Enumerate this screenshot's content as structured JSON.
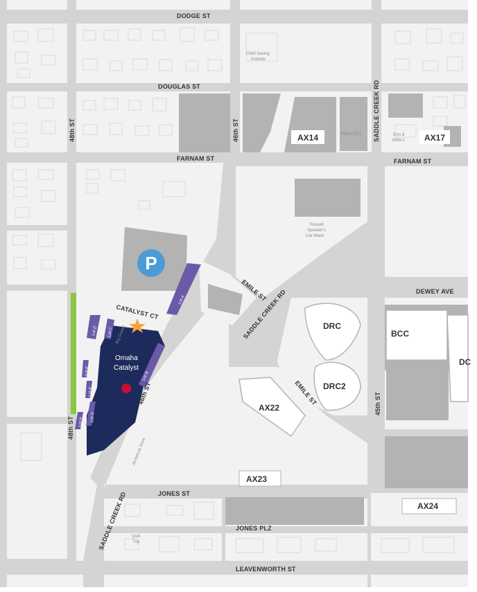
{
  "colors": {
    "road": "#d4d4d4",
    "block": "#f2f2f2",
    "building": "#b3b3b3",
    "catalyst": "#1d2b5c",
    "lot_purple": "#6a5aa8",
    "green_lane": "#8dc63f",
    "star": "#f5a03a",
    "parking": "#4a9bd6"
  },
  "streets": {
    "dodge": "DODGE ST",
    "douglas": "DOUGLAS ST",
    "farnam_west": "FARNAM ST",
    "farnam_east": "FARNAM ST",
    "saddle_creek_top": "SADDLE CREEK RD",
    "saddle_creek_mid": "SADDLE CREEK RD",
    "saddle_creek_bottom": "SADDLE CREEK RD",
    "s48th_top": "48th ST",
    "s48th_bottom": "48th ST",
    "s46th": "46th ST",
    "s46th_south": "46th ST",
    "s45th": "45th ST",
    "emile_north": "EMILE ST",
    "emile_south": "EMILE ST",
    "dewey": "DEWEY AVE",
    "catalyst_ct": "CATALYST CT",
    "jones": "JONES ST",
    "jones_plz": "JONES PLZ",
    "leavenworth": "LEAVENWORTH ST"
  },
  "buildings": {
    "ax14": "AX14",
    "ax17": "AX17",
    "ax22": "AX22",
    "ax23": "AX23",
    "ax24": "AX24",
    "drc": "DRC",
    "drc2": "DRC2",
    "bcc": "BCC",
    "dc": "DC",
    "omaha_catalyst_1": "Omaha",
    "omaha_catalyst_2": "Catalyst"
  },
  "landmarks": {
    "child_saving_1": "Child Saving",
    "child_saving_2": "Institute",
    "metro_fcu": "Metro FCU",
    "dm_1": "Don &",
    "dm_2": "Millie's",
    "russell_1": "Russell",
    "russell_2": "Speeder's",
    "russell_3": "Car Wash",
    "quik_1": "Quik",
    "quik_2": "Trip",
    "architects": "Architects Drive",
    "big_gravel": "Big Gravel"
  },
  "lots": {
    "lot_a": "Lot A",
    "lot_b": "Lot B",
    "lot_c": "Lot C",
    "lot_d": "Lot D",
    "lot_e": "Lot E",
    "lot_f": "Lot F",
    "lot_g": "Lot G",
    "lot_h": "Lot H"
  },
  "parking_symbol": "P",
  "icons": {
    "parking": "parking-icon",
    "main_entrance": "star-icon",
    "omaha_catalyst": "catalyst-logo-icon"
  }
}
